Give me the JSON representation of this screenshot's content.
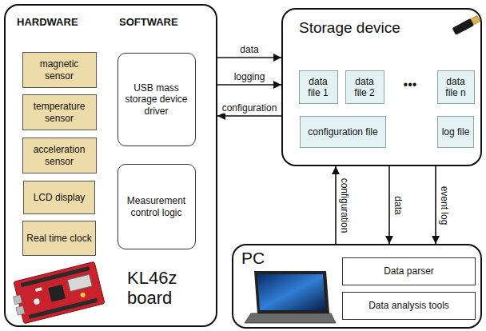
{
  "diagram": {
    "nodes": [
      {
        "text": [
          "HARDWARE",
          "SOFTWARE",
          "KL46z board"
        ]
      },
      {
        "text": [
          "magnetic sensor"
        ],
        "in": 0
      },
      {
        "text": [
          "temperature sensor"
        ],
        "in": 0
      },
      {
        "text": [
          "acceleration sensor"
        ],
        "in": 0
      },
      {
        "text": [
          "LCD display"
        ],
        "in": 0
      },
      {
        "text": [
          "Real time clock"
        ],
        "in": 0
      },
      {
        "text": [
          "USB mass storage device driver"
        ],
        "in": 0
      },
      {
        "text": [
          "Measurement control logic"
        ],
        "in": 0
      },
      {
        "text": [
          "Storage device"
        ]
      },
      {
        "text": [
          "data file 1"
        ],
        "in": 8
      },
      {
        "text": [
          "data file 2"
        ],
        "in": 8
      },
      {
        "text": [
          "data file n"
        ],
        "in": 8
      },
      {
        "text": [
          "configuration file"
        ],
        "in": 8
      },
      {
        "text": [
          "log file"
        ],
        "in": 8
      },
      {
        "text": [
          "PC"
        ]
      },
      {
        "text": [
          "Data parser"
        ],
        "in": 14
      },
      {
        "text": [
          "Data analysis tools"
        ],
        "in": 14
      }
    ],
    "edges": [
      {
        "from": 0,
        "to": 8,
        "label": "data",
        "arrow": "to"
      },
      {
        "from": 0,
        "to": 8,
        "label": "logging",
        "arrow": "to"
      },
      {
        "from": 8,
        "to": 0,
        "label": "configuration",
        "arrow": "to"
      },
      {
        "from": 14,
        "to": 8,
        "label": "configuration",
        "arrow": "to"
      },
      {
        "from": 8,
        "to": 14,
        "label": "data",
        "arrow": "to"
      },
      {
        "from": 8,
        "to": 14,
        "label": "event log",
        "arrow": "to"
      }
    ],
    "labels": [
      "•••"
    ]
  }
}
